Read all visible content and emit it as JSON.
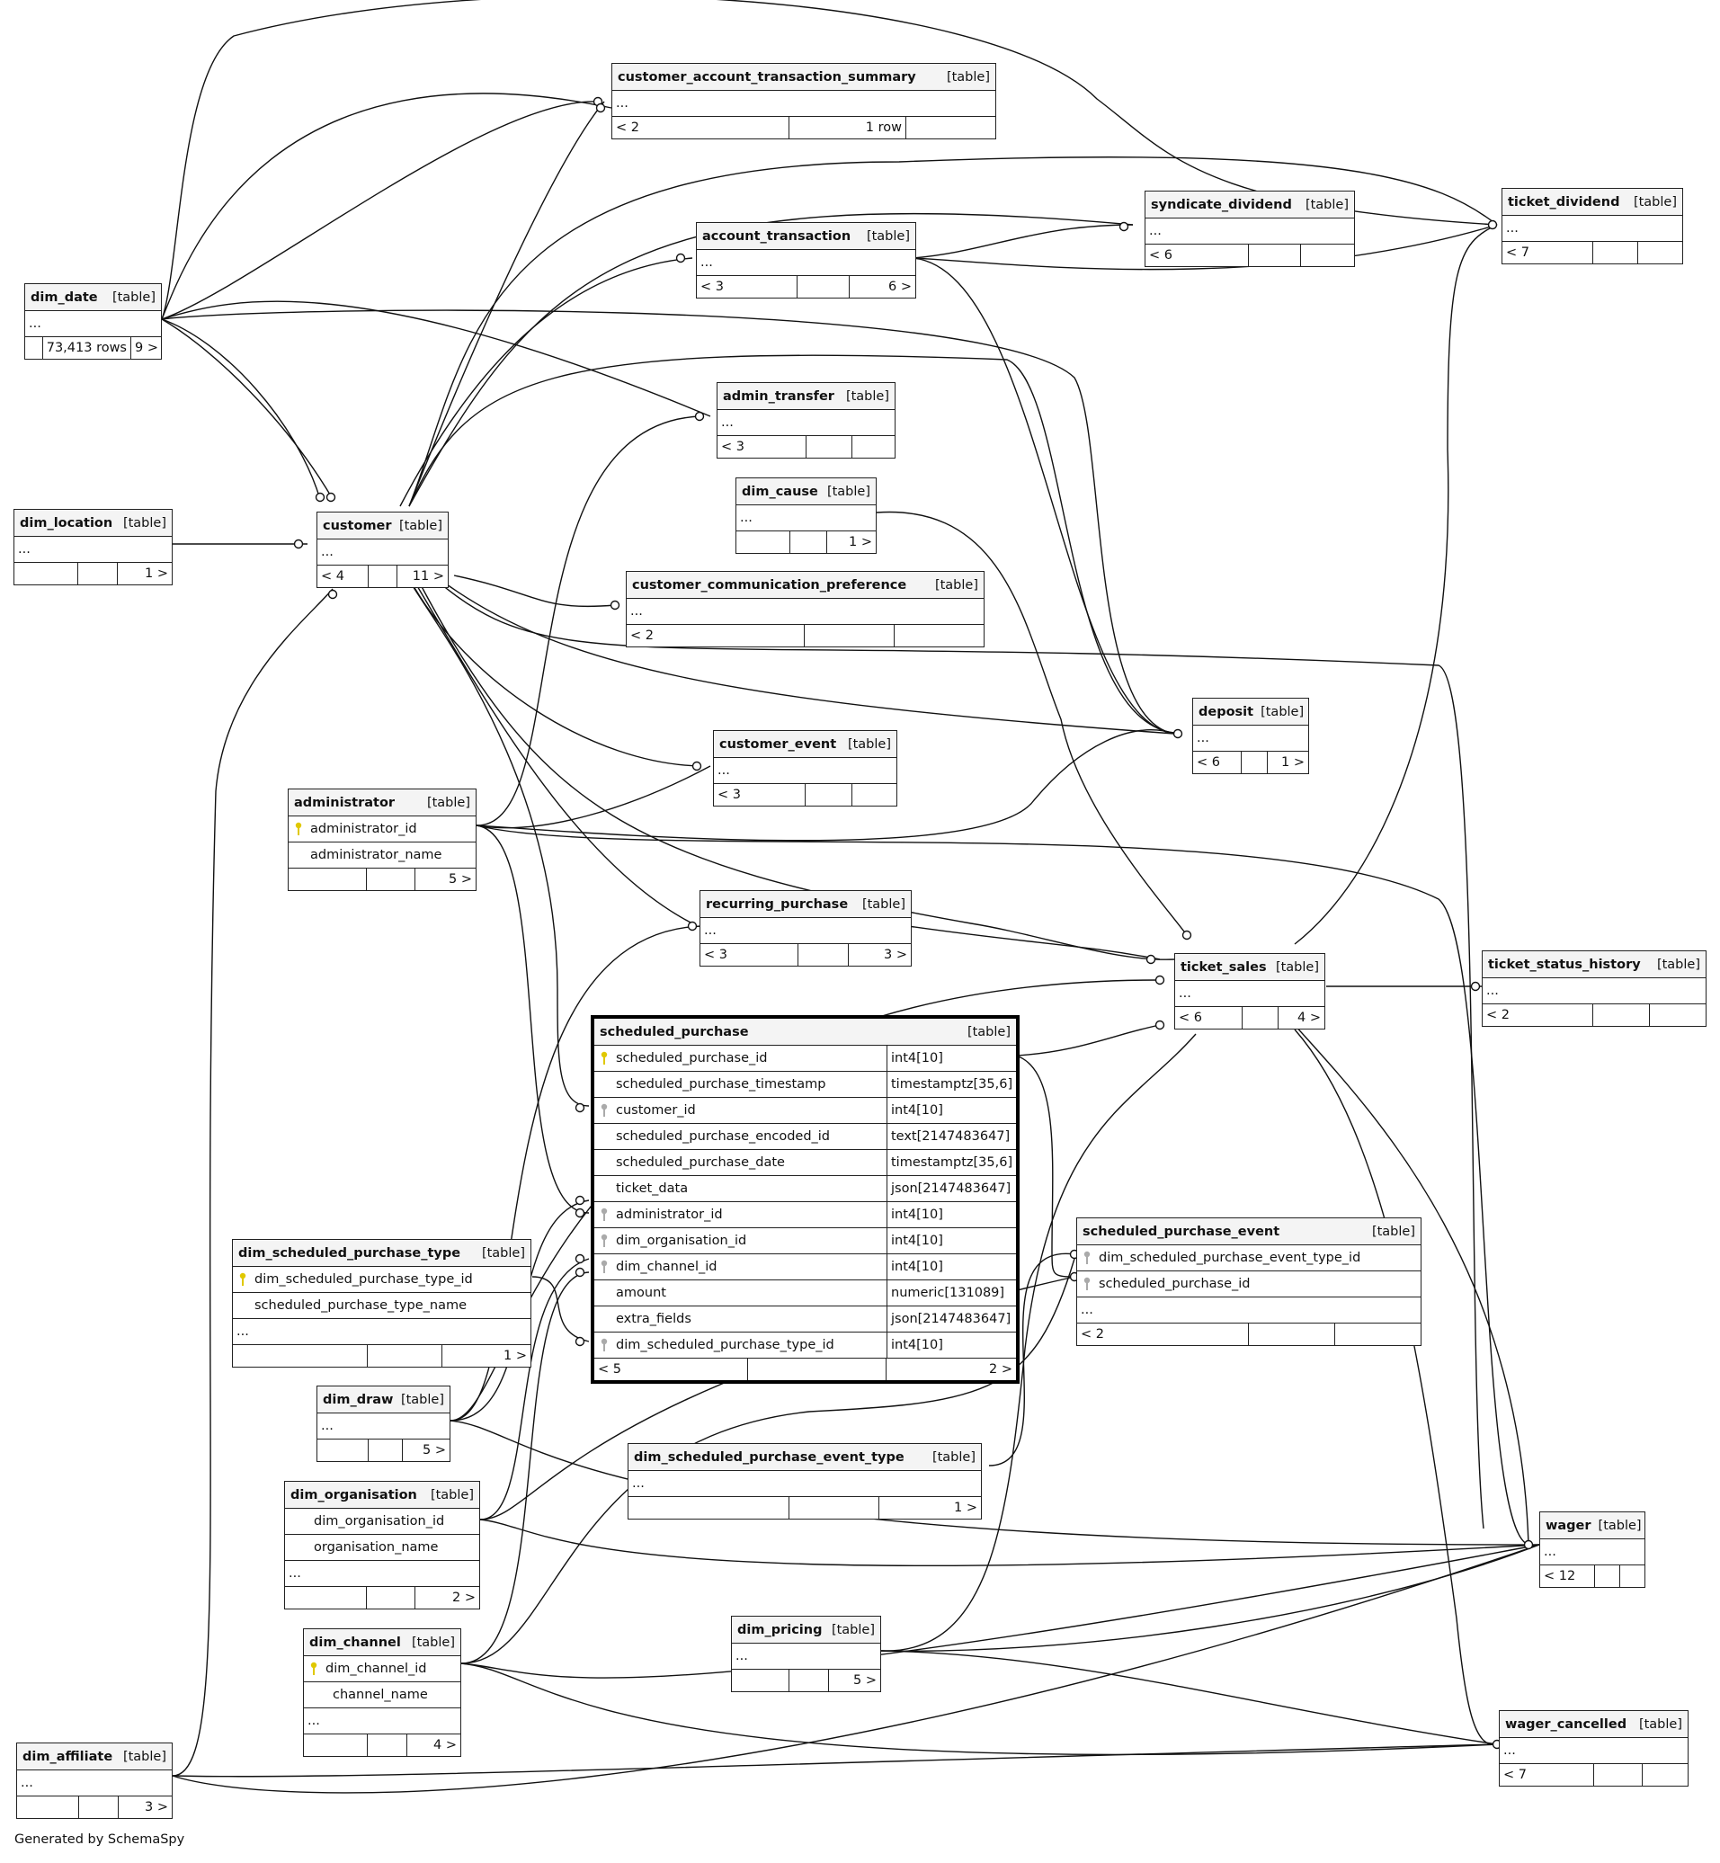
{
  "tables": {
    "customer_account_transaction_summary": {
      "name": "customer_account_transaction_summary",
      "tag": "[table]",
      "ellipsis": "...",
      "foot": [
        "< 2",
        "1 row",
        ""
      ]
    },
    "syndicate_dividend": {
      "name": "syndicate_dividend",
      "tag": "[table]",
      "ellipsis": "...",
      "foot": [
        "< 6",
        "",
        ""
      ]
    },
    "ticket_dividend": {
      "name": "ticket_dividend",
      "tag": "[table]",
      "ellipsis": "...",
      "foot": [
        "< 7",
        "",
        ""
      ]
    },
    "account_transaction": {
      "name": "account_transaction",
      "tag": "[table]",
      "ellipsis": "...",
      "foot": [
        "< 3",
        "",
        "6 >"
      ]
    },
    "dim_date": {
      "name": "dim_date",
      "tag": "[table]",
      "ellipsis": "...",
      "foot": [
        "",
        "73,413 rows",
        "9 >"
      ]
    },
    "admin_transfer": {
      "name": "admin_transfer",
      "tag": "[table]",
      "ellipsis": "...",
      "foot": [
        "< 3",
        "",
        ""
      ]
    },
    "dim_cause": {
      "name": "dim_cause",
      "tag": "[table]",
      "ellipsis": "...",
      "foot": [
        "",
        "",
        "1 >"
      ]
    },
    "dim_location": {
      "name": "dim_location",
      "tag": "[table]",
      "ellipsis": "...",
      "foot": [
        "",
        "",
        "1 >"
      ]
    },
    "customer": {
      "name": "customer",
      "tag": "[table]",
      "ellipsis": "...",
      "foot": [
        "< 4",
        "",
        "11 >"
      ]
    },
    "customer_communication_preference": {
      "name": "customer_communication_preference",
      "tag": "[table]",
      "ellipsis": "...",
      "foot": [
        "< 2",
        "",
        ""
      ]
    },
    "deposit": {
      "name": "deposit",
      "tag": "[table]",
      "ellipsis": "...",
      "foot": [
        "< 6",
        "",
        "1 >"
      ]
    },
    "customer_event": {
      "name": "customer_event",
      "tag": "[table]",
      "ellipsis": "...",
      "foot": [
        "< 3",
        "",
        ""
      ]
    },
    "administrator": {
      "name": "administrator",
      "tag": "[table]",
      "columns": [
        "administrator_id",
        "administrator_name"
      ],
      "foot": [
        "",
        "",
        "5 >"
      ]
    },
    "recurring_purchase": {
      "name": "recurring_purchase",
      "tag": "[table]",
      "ellipsis": "...",
      "foot": [
        "< 3",
        "",
        "3 >"
      ]
    },
    "ticket_sales": {
      "name": "ticket_sales",
      "tag": "[table]",
      "ellipsis": "...",
      "foot": [
        "< 6",
        "",
        "4 >"
      ]
    },
    "ticket_status_history": {
      "name": "ticket_status_history",
      "tag": "[table]",
      "ellipsis": "...",
      "foot": [
        "< 2",
        "",
        ""
      ]
    },
    "scheduled_purchase": {
      "name": "scheduled_purchase",
      "tag": "[table]",
      "columns": [
        {
          "name": "scheduled_purchase_id",
          "type": "int4[10]"
        },
        {
          "name": "scheduled_purchase_timestamp",
          "type": "timestamptz[35,6]"
        },
        {
          "name": "customer_id",
          "type": "int4[10]"
        },
        {
          "name": "scheduled_purchase_encoded_id",
          "type": "text[2147483647]"
        },
        {
          "name": "scheduled_purchase_date",
          "type": "timestamptz[35,6]"
        },
        {
          "name": "ticket_data",
          "type": "json[2147483647]"
        },
        {
          "name": "administrator_id",
          "type": "int4[10]"
        },
        {
          "name": "dim_organisation_id",
          "type": "int4[10]"
        },
        {
          "name": "dim_channel_id",
          "type": "int4[10]"
        },
        {
          "name": "amount",
          "type": "numeric[131089]"
        },
        {
          "name": "extra_fields",
          "type": "json[2147483647]"
        },
        {
          "name": "dim_scheduled_purchase_type_id",
          "type": "int4[10]"
        }
      ],
      "foot": [
        "< 5",
        "",
        "2 >"
      ]
    },
    "scheduled_purchase_event": {
      "name": "scheduled_purchase_event",
      "tag": "[table]",
      "columns": [
        "dim_scheduled_purchase_event_type_id",
        "scheduled_purchase_id"
      ],
      "ellipsis": "...",
      "foot": [
        "< 2",
        "",
        ""
      ]
    },
    "dim_scheduled_purchase_type": {
      "name": "dim_scheduled_purchase_type",
      "tag": "[table]",
      "columns": [
        "dim_scheduled_purchase_type_id",
        "scheduled_purchase_type_name"
      ],
      "ellipsis": "...",
      "foot": [
        "",
        "",
        "1 >"
      ]
    },
    "dim_draw": {
      "name": "dim_draw",
      "tag": "[table]",
      "ellipsis": "...",
      "foot": [
        "",
        "",
        "5 >"
      ]
    },
    "dim_scheduled_purchase_event_type": {
      "name": "dim_scheduled_purchase_event_type",
      "tag": "[table]",
      "ellipsis": "...",
      "foot": [
        "",
        "",
        "1 >"
      ]
    },
    "dim_organisation": {
      "name": "dim_organisation",
      "tag": "[table]",
      "columns": [
        "dim_organisation_id",
        "organisation_name"
      ],
      "ellipsis": "...",
      "foot": [
        "",
        "",
        "2 >"
      ]
    },
    "wager": {
      "name": "wager",
      "tag": "[table]",
      "ellipsis": "...",
      "foot": [
        "< 12",
        "",
        ""
      ]
    },
    "dim_channel": {
      "name": "dim_channel",
      "tag": "[table]",
      "columns": [
        "dim_channel_id",
        "channel_name"
      ],
      "ellipsis": "...",
      "foot": [
        "",
        "",
        "4 >"
      ]
    },
    "dim_pricing": {
      "name": "dim_pricing",
      "tag": "[table]",
      "ellipsis": "...",
      "foot": [
        "",
        "",
        "5 >"
      ]
    },
    "wager_cancelled": {
      "name": "wager_cancelled",
      "tag": "[table]",
      "ellipsis": "...",
      "foot": [
        "< 7",
        "",
        ""
      ]
    },
    "dim_affiliate": {
      "name": "dim_affiliate",
      "tag": "[table]",
      "ellipsis": "...",
      "foot": [
        "",
        "",
        "3 >"
      ]
    }
  },
  "footer": {
    "generated_by": "Generated by SchemaSpy"
  },
  "colors": {
    "primary_key": "#e0c800",
    "foreign_key": "#aaaaaa",
    "line": "#111111"
  }
}
